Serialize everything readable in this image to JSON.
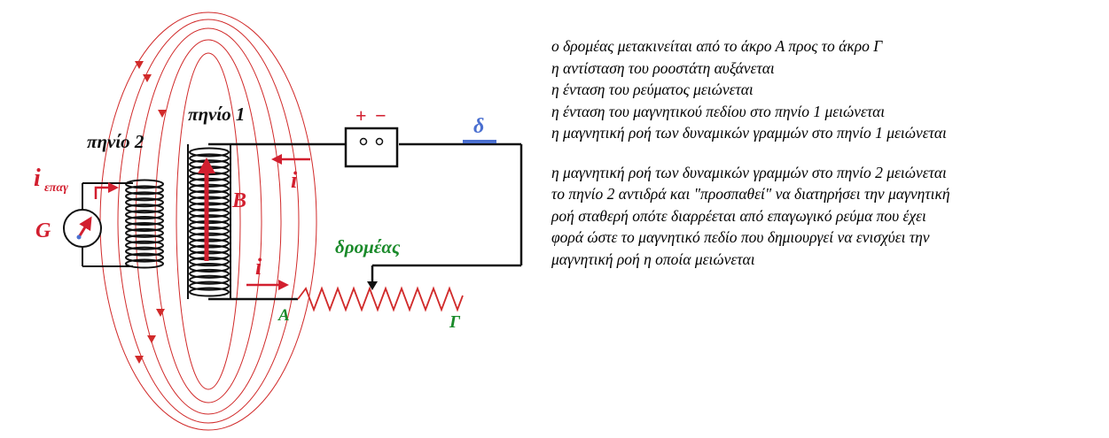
{
  "labels": {
    "coil1": "πηνίο 1",
    "coil2": "πηνίο 2",
    "plus": "+",
    "minus": "−",
    "delta": "δ",
    "i_top": "i",
    "i_bottom": "i",
    "B": "B",
    "induced_i": "i",
    "induced_sub": "επαγ",
    "G": "G",
    "slider": "δρομέας",
    "A": "A",
    "Gamma": "Γ"
  },
  "colors": {
    "field_lines": "#d12a2a",
    "labels_red": "#d21f2f",
    "labels_green": "#1a8a2a",
    "delta_blue": "#4a6fd0",
    "wire": "#111111"
  },
  "explanation": {
    "para1": [
      "ο δρομέας μετακινείται από το άκρο Α προς το άκρο Γ",
      "η αντίσταση του ροοστάτη αυξάνεται",
      "η ένταση του ρεύματος  μειώνεται",
      "η ένταση του μαγνητικού πεδίου στο πηνίο 1 μειώνεται",
      "η μαγνητική ροή των δυναμικών γραμμών στο πηνίο 1 μειώνεται"
    ],
    "para2": [
      "η μαγνητική ροή των δυναμικών γραμμών στο πηνίο 2 μειώνεται",
      "το πηνίο 2 αντιδρά και \"προσπαθεί\" να διατηρήσει την μαγνητική",
      "ροή σταθερή  οπότε διαρρέεται από επαγωγικό ρεύμα που  έχει",
      "φορά  ώστε το μαγνητικό πεδίο που δημιουργεί να ενισχύει την",
      "μαγνητική ροή η οποία μειώνεται"
    ]
  }
}
